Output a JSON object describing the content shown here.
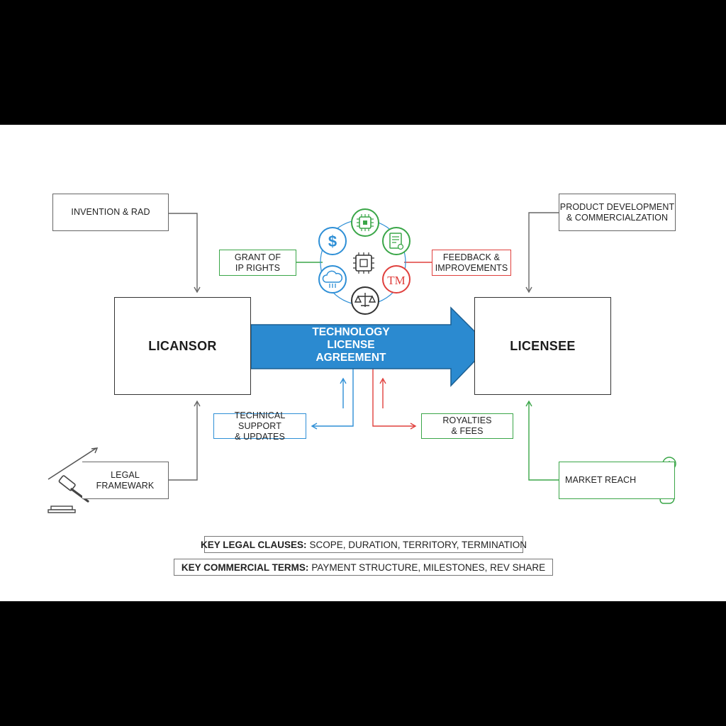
{
  "nodes": {
    "licensor": "LICANSOR",
    "licensee": "LICENSEE",
    "invention": "INVENTION & RAD",
    "product": [
      "PRODUCT DEVELOPMENT",
      "& COMMERCIALZATION"
    ],
    "grant": [
      "GRANT OF",
      "IP RIGHTS"
    ],
    "feedback": [
      "FEEDBACK &",
      "IMPROVEMENTS"
    ],
    "support": [
      "TECHNICAL SUPPORT",
      "& UPDATES"
    ],
    "royalties": [
      "ROYALTIES",
      "& FEES"
    ],
    "legal": [
      "LEGAL",
      "FRAMEWARK"
    ],
    "market": "MARKET REACH"
  },
  "agreement": [
    "TECHNOLOGY",
    "LICENSE",
    "AGREEMENT"
  ],
  "hub_icons": [
    "microchip-icon",
    "document-certificate-icon",
    "trademark-icon",
    "scales-icon",
    "cloud-transfer-icon",
    "dollar-coin-icon"
  ],
  "hub_center_icon": "circuit-chip-icon",
  "hub_icon_text": {
    "dollar": "$",
    "tm": "TM"
  },
  "key_legal": {
    "label": "KEY LEGAL CLAUSES:",
    "value": "SCOPE, DURATION, TERRITORY, TERMINATION"
  },
  "key_commercial": {
    "label": "KEY COMMERCIAL TERMS:",
    "value": "PAYMENT STRUCTURE, MILESTONES, REV SHARE"
  },
  "colors": {
    "blue": "#2e8fd6",
    "green": "#3aa648",
    "red": "#e0403d",
    "gray": "#666666"
  }
}
